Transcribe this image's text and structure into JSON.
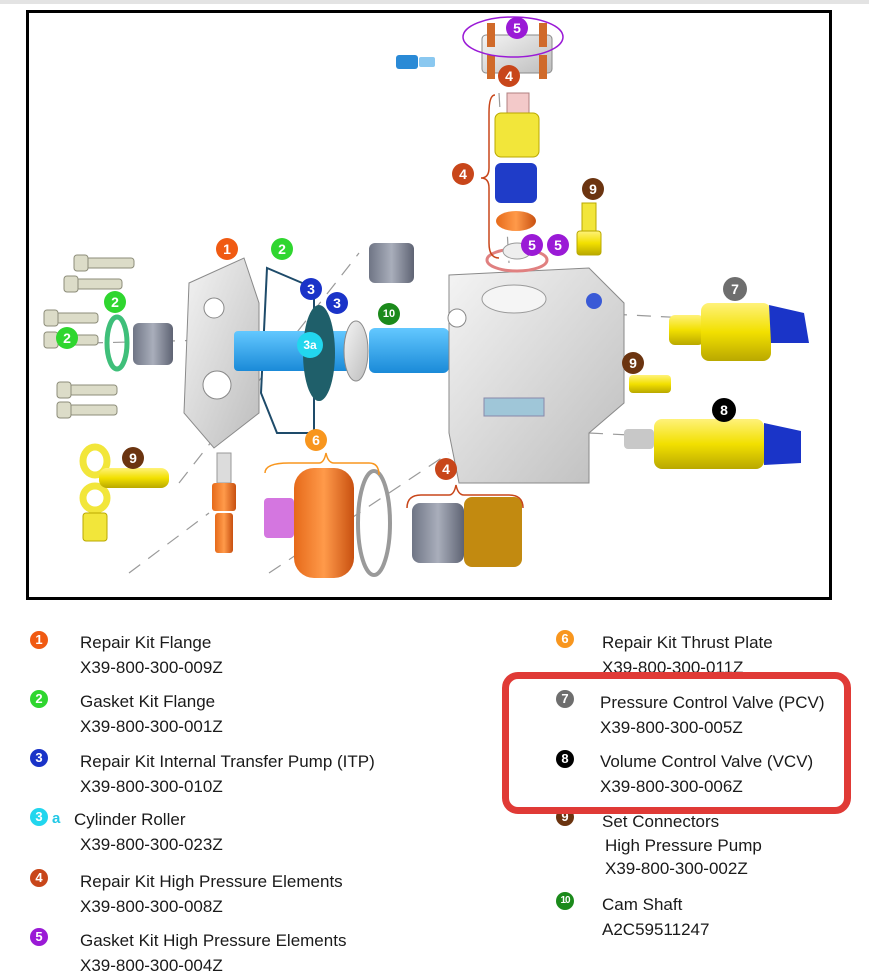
{
  "diagram": {
    "callouts": {
      "c1": "1",
      "c2a": "2",
      "c2b": "2",
      "c2c": "2",
      "c3a": "3",
      "c3b": "3",
      "c3roller": "3a",
      "c4a": "4",
      "c4b": "4",
      "c4c": "4",
      "c5a": "5",
      "c5b": "5",
      "c5c": "5",
      "c6": "6",
      "c7": "7",
      "c8": "8",
      "c9a": "9",
      "c9b": "9",
      "c9c": "9",
      "c10": "10"
    }
  },
  "legend": {
    "items": [
      {
        "badge": "1",
        "color": "#f05a12",
        "title": "Repair Kit Flange",
        "code": "X39-800-300-009Z"
      },
      {
        "badge": "2",
        "color": "#2fd62f",
        "title": "Gasket Kit Flange",
        "code": "X39-800-300-001Z"
      },
      {
        "badge": "3",
        "color": "#1a33c8",
        "title": "Repair Kit Internal Transfer Pump (ITP)",
        "code": "X39-800-300-010Z"
      },
      {
        "badge": "3",
        "suffix": "a",
        "color": "#22d6ee",
        "title": "Cylinder Roller",
        "code": "X39-800-300-023Z"
      },
      {
        "badge": "4",
        "color": "#c8461a",
        "title": "Repair Kit High Pressure Elements",
        "code": "X39-800-300-008Z"
      },
      {
        "badge": "5",
        "color": "#9a1ad6",
        "title": "Gasket Kit High Pressure Elements",
        "code": "X39-800-300-004Z"
      },
      {
        "badge": "6",
        "color": "#f8961e",
        "title": "Repair Kit Thrust Plate",
        "code": "X39-800-300-011Z"
      },
      {
        "badge": "7",
        "color": "#6e6e6e",
        "title": "Pressure Control Valve (PCV)",
        "code": "X39-800-300-005Z"
      },
      {
        "badge": "8",
        "color": "#000000",
        "title": "Volume Control Valve (VCV)",
        "code": "X39-800-300-006Z"
      },
      {
        "badge": "9",
        "color": "#6b3410",
        "title": "Set Connectors",
        "title2": "High Pressure Pump",
        "code": "X39-800-300-002Z"
      },
      {
        "badge": "10",
        "color": "#1b8a1b",
        "title": "Cam Shaft",
        "code": "A2C59511247"
      }
    ]
  },
  "colors": {
    "highlight": "#e03a36"
  }
}
